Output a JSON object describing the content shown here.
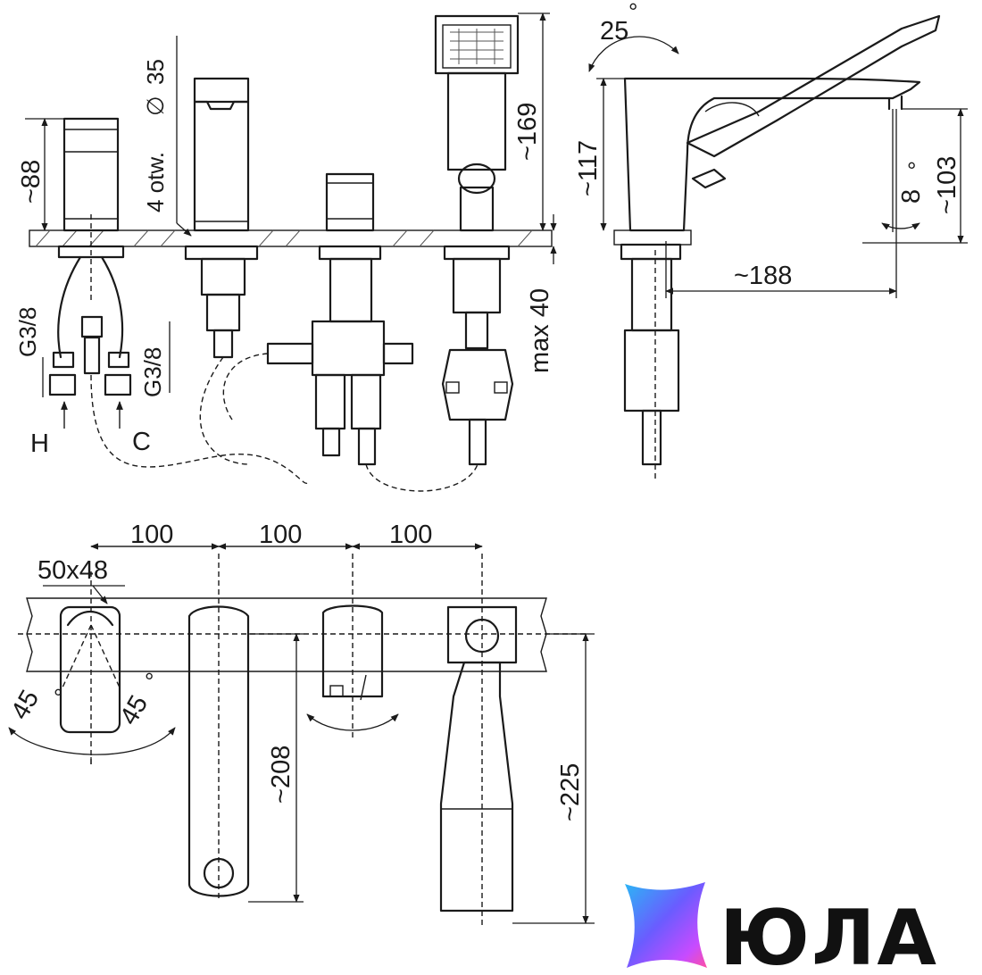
{
  "drawing_labels": {
    "height_left": "~88",
    "holes": "4 otw.",
    "hole_dia_symbol": "∅",
    "hole_dia": "35",
    "thread_left": "G3/8",
    "thread_right": "G3/8",
    "hot": "H",
    "cold": "C",
    "height_shower": "~169",
    "max_thickness": "max 40",
    "angle_top": "25",
    "height_spout_body": "~117",
    "height_spout_outlet": "~103",
    "angle_outlet": "8",
    "reach": "~188",
    "spacing_1": "100",
    "spacing_2": "100",
    "spacing_3": "100",
    "base_size": "50x48",
    "rotation_left": "45",
    "rotation_right": "45",
    "depth_spout": "~208",
    "depth_shower": "~225",
    "degree_symbol": "°"
  },
  "brand": {
    "name": "ЮЛА",
    "logo_colors": [
      "#6a5cff",
      "#2bb6f5",
      "#ff4fa3",
      "#c74bff"
    ]
  }
}
